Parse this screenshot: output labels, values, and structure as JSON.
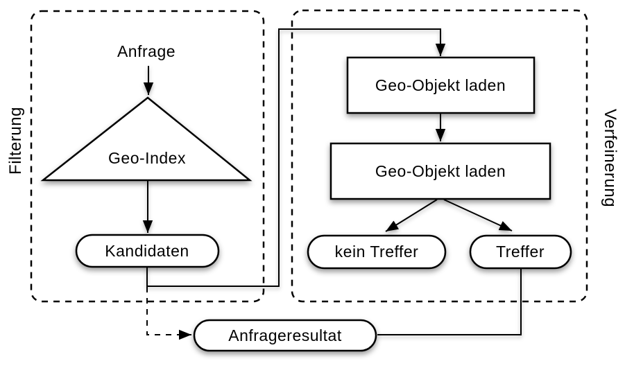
{
  "diagram": {
    "background_color": "#ffffff",
    "stroke_color": "#000000",
    "shape_fill_color": "#ffffff",
    "sections": {
      "filtering": {
        "label": "Filterung"
      },
      "refinement": {
        "label": "Verfeinerung"
      }
    },
    "nodes": {
      "anfrage": {
        "label": "Anfrage",
        "type": "text"
      },
      "geo_index": {
        "label": "Geo-Index",
        "type": "triangle"
      },
      "kandidaten": {
        "label": "Kandidaten",
        "type": "stadium"
      },
      "geo_objekt_laden_1": {
        "label": "Geo-Objekt laden",
        "type": "rect"
      },
      "geo_objekt_laden_2": {
        "label": "Geo-Objekt laden",
        "type": "rect"
      },
      "kein_treffer": {
        "label": "kein Treffer",
        "type": "stadium"
      },
      "treffer": {
        "label": "Treffer",
        "type": "stadium"
      },
      "anfrageresultat": {
        "label": "Anfrageresultat",
        "type": "stadium"
      }
    }
  }
}
